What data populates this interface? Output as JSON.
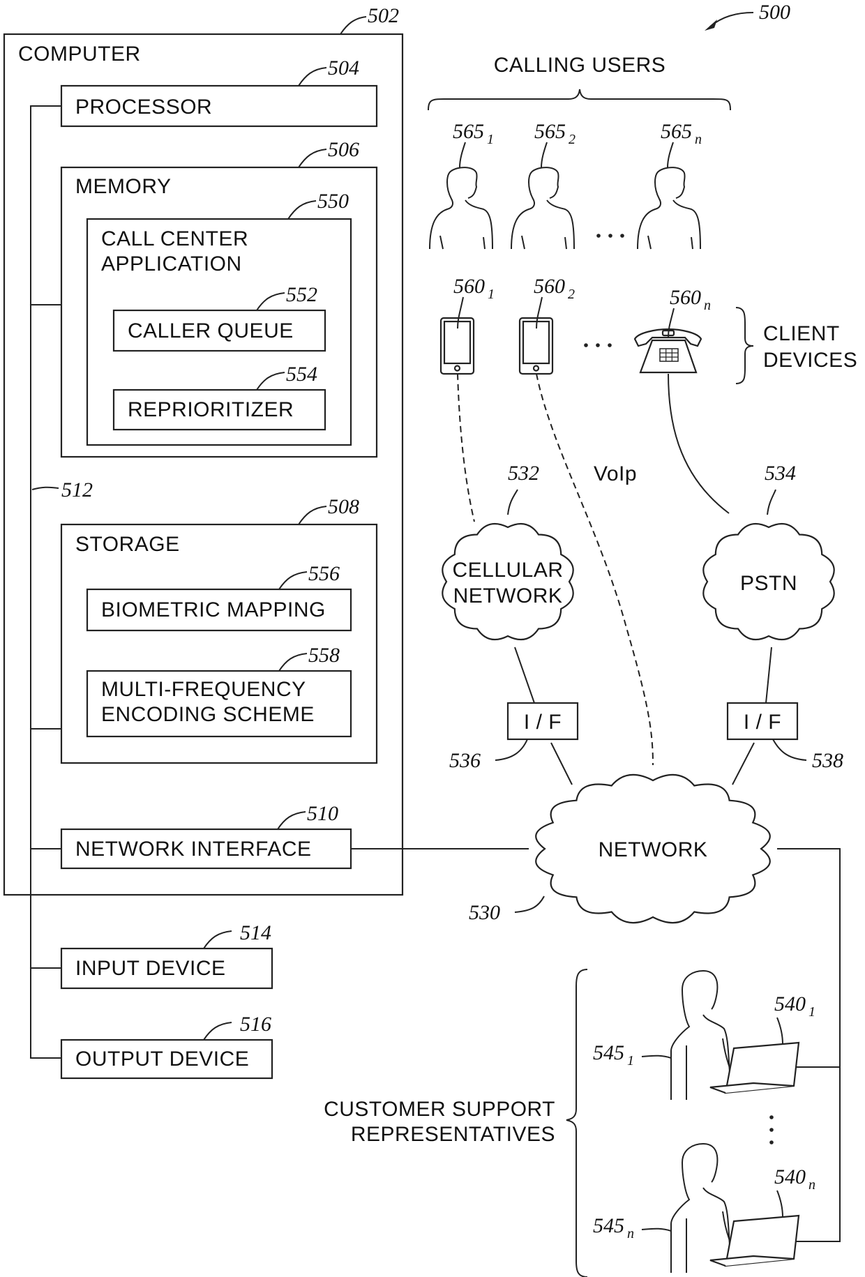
{
  "figure": {
    "ref": "500",
    "computer": {
      "label": "COMPUTER",
      "ref": "502",
      "bus_ref": "512",
      "processor": {
        "label": "PROCESSOR",
        "ref": "504"
      },
      "memory": {
        "label": "MEMORY",
        "ref": "506",
        "app": {
          "label_line1": "CALL CENTER",
          "label_line2": "APPLICATION",
          "ref": "550",
          "caller_queue": {
            "label": "CALLER QUEUE",
            "ref": "552"
          },
          "reprioritizer": {
            "label": "REPRIORITIZER",
            "ref": "554"
          }
        }
      },
      "storage": {
        "label": "STORAGE",
        "ref": "508",
        "biometric": {
          "label": "BIOMETRIC MAPPING",
          "ref": "556"
        },
        "encoding": {
          "label_line1": "MULTI-FREQUENCY",
          "label_line2": "ENCODING SCHEME",
          "ref": "558"
        }
      },
      "network_interface": {
        "label": "NETWORK INTERFACE",
        "ref": "510"
      }
    },
    "input_device": {
      "label": "INPUT DEVICE",
      "ref": "514"
    },
    "output_device": {
      "label": "OUTPUT DEVICE",
      "ref": "516"
    },
    "calling_users": {
      "label": "CALLING USERS",
      "users": [
        {
          "ref": "565",
          "sub": "1"
        },
        {
          "ref": "565",
          "sub": "2"
        },
        {
          "ref": "565",
          "sub": "n"
        }
      ]
    },
    "client_devices": {
      "label_line1": "CLIENT",
      "label_line2": "DEVICES",
      "devices": [
        {
          "ref": "560",
          "sub": "1",
          "type": "smartphone"
        },
        {
          "ref": "560",
          "sub": "2",
          "type": "smartphone"
        },
        {
          "ref": "560",
          "sub": "n",
          "type": "desk-phone"
        }
      ]
    },
    "voip_label": "VoIp",
    "cellular_network": {
      "label_line1": "CELLULAR",
      "label_line2": "NETWORK",
      "ref": "532"
    },
    "pstn": {
      "label": "PSTN",
      "ref": "534"
    },
    "interface_cellular": {
      "label": "I / F",
      "ref": "536"
    },
    "interface_pstn": {
      "label": "I / F",
      "ref": "538"
    },
    "network": {
      "label": "NETWORK",
      "ref": "530"
    },
    "representatives": {
      "label_line1": "CUSTOMER SUPPORT",
      "label_line2": "REPRESENTATIVES",
      "reps": [
        {
          "person_ref": "545",
          "person_sub": "1",
          "laptop_ref": "540",
          "laptop_sub": "1"
        },
        {
          "person_ref": "545",
          "person_sub": "n",
          "laptop_ref": "540",
          "laptop_sub": "n"
        }
      ]
    }
  }
}
